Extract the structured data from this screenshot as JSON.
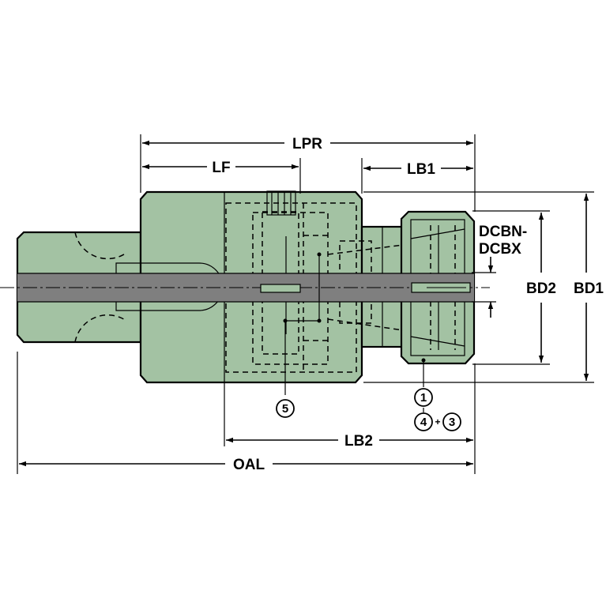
{
  "colors": {
    "body": "#a3c2a3",
    "bore": "#7f7f7f",
    "line": "#000000"
  },
  "labels": {
    "lpr": "LPR",
    "lf": "LF",
    "lb1": "LB1",
    "lb2": "LB2",
    "oal": "OAL",
    "bd1": "BD1",
    "bd2": "BD2",
    "dcbn": "DCBN-",
    "dcbx": "DCBX"
  },
  "callouts": {
    "c1": "1",
    "c3": "3",
    "c4": "4",
    "c5": "5",
    "plus": "+"
  }
}
